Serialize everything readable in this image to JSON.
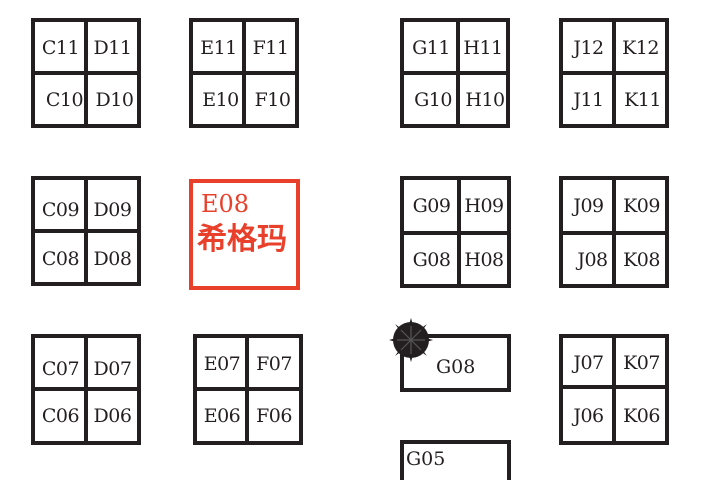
{
  "colors": {
    "line": "#231f20",
    "highlight": "#e8402b"
  },
  "blocks": [
    {
      "id": "c-d-11-10",
      "cells": [
        "C11",
        "D11",
        "C10",
        "D10"
      ]
    },
    {
      "id": "e-f-11-10",
      "cells": [
        "E11",
        "F11",
        "E10",
        "F10"
      ]
    },
    {
      "id": "g-h-11-10",
      "cells": [
        "G11",
        "H11",
        "G10",
        "H10"
      ]
    },
    {
      "id": "j-k-12-11",
      "cells": [
        "J12",
        "K12",
        "J11",
        "K11"
      ]
    },
    {
      "id": "c-d-09-08",
      "cells": [
        "C09",
        "D09",
        "C08",
        "D08"
      ]
    },
    {
      "id": "g-h-09-08",
      "cells": [
        "G09",
        "H09",
        "G08",
        "H08"
      ]
    },
    {
      "id": "j-k-09-08",
      "cells": [
        "J09",
        "K09",
        "J08",
        "K08"
      ]
    },
    {
      "id": "c-d-07-06",
      "cells": [
        "C07",
        "D07",
        "C06",
        "D06"
      ]
    },
    {
      "id": "e-f-07-06",
      "cells": [
        "E07",
        "F07",
        "E06",
        "F06"
      ]
    },
    {
      "id": "j-k-07-06",
      "cells": [
        "J07",
        "K07",
        "J06",
        "K06"
      ]
    }
  ],
  "highlight_booth": {
    "code": "E08",
    "name": "希格玛"
  },
  "single_booths": [
    {
      "id": "g08-single",
      "label": "G08"
    },
    {
      "id": "g05-single",
      "label": "G05"
    }
  ],
  "icons": {
    "marker": "star-marker-icon"
  }
}
